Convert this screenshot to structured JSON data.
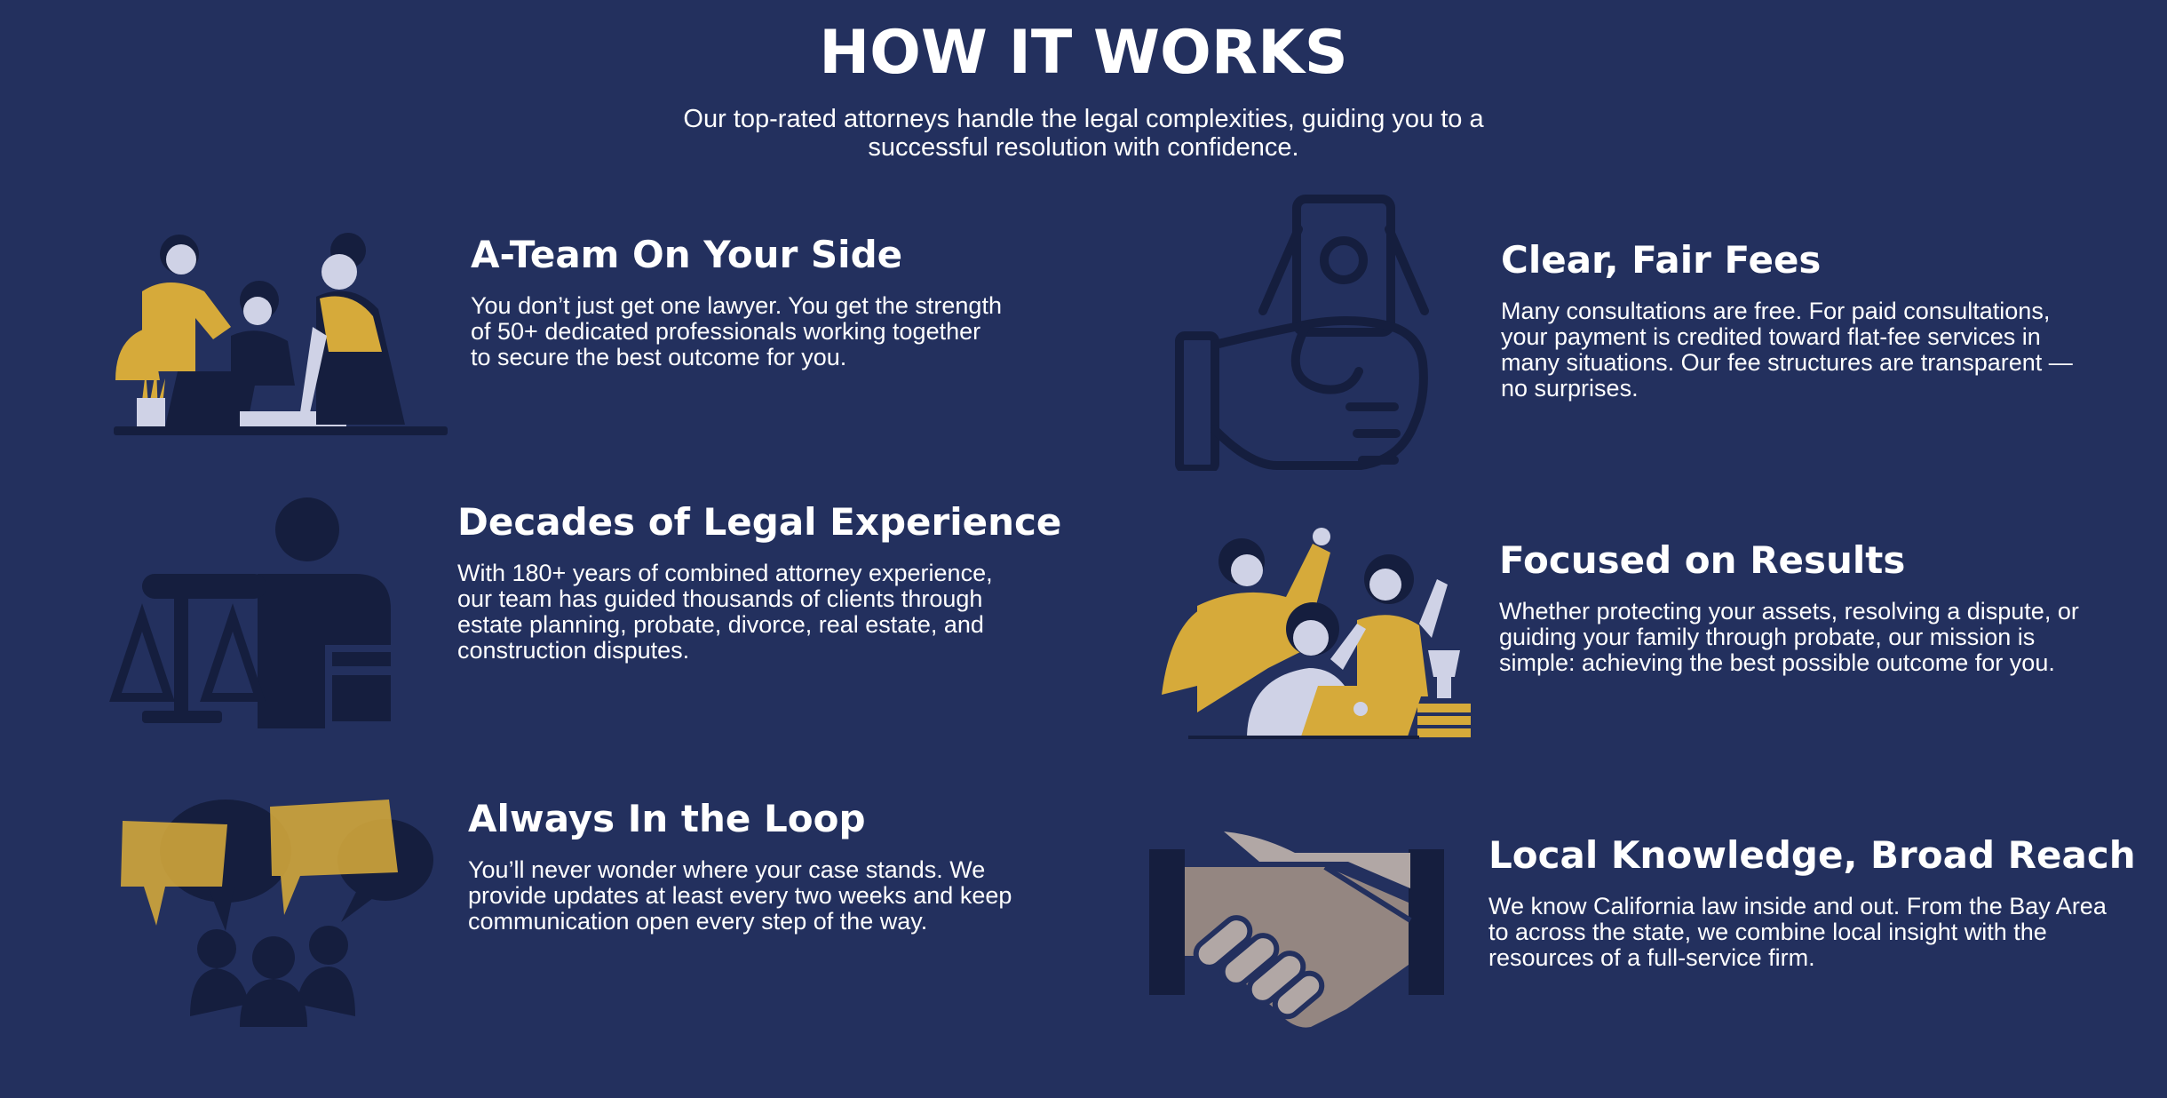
{
  "heading": "HOW IT WORKS",
  "subheading": "Our top-rated attorneys handle the legal complexities, guiding you to a successful resolution with confidence.",
  "colors": {
    "background": "#23305e",
    "gold": "#d6aa3a",
    "navy_dark": "#151e3e",
    "lavender": "#cfd2e6"
  },
  "features": [
    {
      "title": "A-Team On Your Side",
      "body": "You don’t just get one lawyer. You get the strength of 50+ dedicated professionals working together to secure the best outcome for you.",
      "icon": "team-working-icon"
    },
    {
      "title": "Clear, Fair Fees",
      "body": "Many consultations are free. For paid consultations, your payment is credited toward flat-fee services in many situations. Our fee structures are transparent — no surprises.",
      "icon": "hand-with-money-icon"
    },
    {
      "title": "Decades of Legal Experience",
      "body": "With 180+ years of combined attorney experience, our team has guided thousands of clients through estate planning, probate, divorce, real estate, and construction disputes.",
      "icon": "lawyer-scales-icon"
    },
    {
      "title": "Focused on Results",
      "body": "Whether protecting your assets, resolving a dispute, or guiding your family through probate, our mission is simple: achieving the best possible outcome for you.",
      "icon": "celebrating-team-icon"
    },
    {
      "title": "Always In the Loop",
      "body": "You’ll never wonder where your case stands. We provide updates at least every two weeks and keep communication open every step of the way.",
      "icon": "group-chat-icon"
    },
    {
      "title": "Local Knowledge, Broad Reach",
      "body": "We know California law inside and out. From the Bay Area to across the state, we combine local insight with the resources of a full-service firm.",
      "icon": "handshake-icon"
    }
  ]
}
